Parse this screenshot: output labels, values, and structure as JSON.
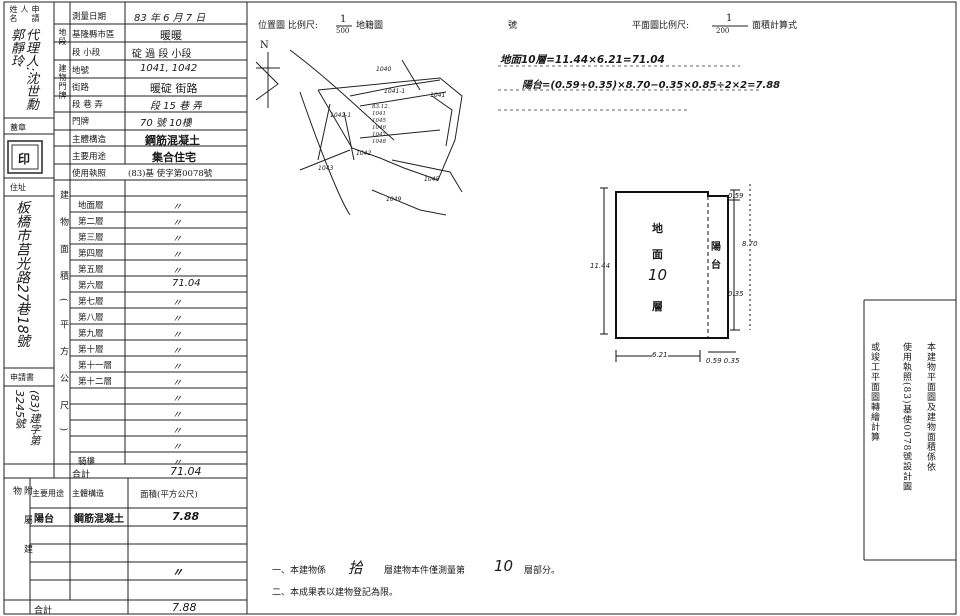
{
  "form": {
    "applicant_label": "申請人 姓名",
    "applicant_name": "代理人:沈世勳 郭靜玲",
    "seal_label": "蓋章",
    "seal_text": "印",
    "address_label": "住址",
    "address_value": "板橋市莒光路27巷18號",
    "application_label": "申請書",
    "application_value": "(83)建字第3245號",
    "survey_date_label": "測量日期",
    "survey_date_value": "83 年 6 月 7 日",
    "city_label": "基隆縣市區",
    "city_value": "暖暖",
    "section_label": "段 小段",
    "section_value": "碇 過 段 小段",
    "land_no_label": "地號",
    "land_no_value": "1041, 1042",
    "street_label": "街路",
    "street_value": "暖碇 街路",
    "lane_label": "段 巷 弄",
    "lane_value": "段 15 巷 弄",
    "number_label": "門牌",
    "number_value": "70 號 10樓",
    "building_label": "建物門牌",
    "structure_label": "主體構造",
    "structure_value": "鋼筋混凝土",
    "usage_label": "主要用途",
    "usage_value": "集合住宅",
    "permit_label": "使用執照",
    "permit_value": "(83)基 使字第0078號",
    "floors": [
      {
        "name": "地面層",
        "value": "〃"
      },
      {
        "name": "第二層",
        "value": "〃"
      },
      {
        "name": "第三層",
        "value": "〃"
      },
      {
        "name": "第四層",
        "value": "〃"
      },
      {
        "name": "第五層",
        "value": "〃"
      },
      {
        "name": "第六層",
        "value": "71.04"
      },
      {
        "name": "第七層",
        "value": "〃"
      },
      {
        "name": "第八層",
        "value": "〃"
      },
      {
        "name": "第九層",
        "value": "〃"
      },
      {
        "name": "第十層",
        "value": "〃"
      },
      {
        "name": "第十一層",
        "value": "〃"
      },
      {
        "name": "第十二層",
        "value": "〃"
      },
      {
        "name": "",
        "value": "〃"
      },
      {
        "name": "",
        "value": "〃"
      },
      {
        "name": "",
        "value": "〃"
      },
      {
        "name": "",
        "value": "〃"
      },
      {
        "name": "騎樓",
        "value": "〃"
      }
    ],
    "building_area_label": "建物面積(平方公尺)",
    "total_label": "合計",
    "total_value": "71.04",
    "annex_label": "附屬建物",
    "annex_usage_label": "主要用途",
    "annex_structure_label": "主體構造",
    "annex_area_label": "面積(平方公尺)",
    "annex_rows": [
      {
        "usage": "陽台",
        "structure": "鋼筋混凝土",
        "area": "7.88"
      },
      {
        "usage": "",
        "structure": "",
        "area": ""
      },
      {
        "usage": "",
        "structure": "",
        "area": ""
      },
      {
        "usage": "",
        "structure": "",
        "area": "〃"
      },
      {
        "usage": "",
        "structure": "",
        "area": ""
      }
    ],
    "annex_total_label": "合計",
    "annex_total_value": "7.88"
  },
  "header": {
    "location_label": "位置圖 比例尺:",
    "location_scale_num": "1",
    "location_scale_den": "500",
    "location_suffix": "地籍圖",
    "number_label": "號",
    "plan_label": "平面圖比例尺:",
    "plan_scale_num": "1",
    "plan_scale_den": "200",
    "plan_suffix": "面積計算式"
  },
  "calc": {
    "line1": "地面10層=11.44×6.21=71.04",
    "line2": "陽台=(0.59+0.35)×8.70−0.35×0.85÷2×2=7.88"
  },
  "map": {
    "north": "N",
    "parcels": [
      "1040",
      "1041-1",
      "1042-1",
      "1043",
      "1042",
      "1041",
      "1045",
      "1049"
    ],
    "legend_lines": [
      "83.12.",
      "1041",
      "1045",
      "1046",
      "1047",
      "1048"
    ]
  },
  "plan": {
    "room_chars": [
      "地",
      "面",
      "10",
      "層"
    ],
    "balcony_chars": [
      "陽",
      "台"
    ],
    "dim_height": "11.44",
    "dim_width": "6.21",
    "dim_right": "8.70",
    "dim_top": "0.59",
    "dim_bottom": "0.35",
    "dim_bottom_note": "0.59 0.35"
  },
  "side_notes": [
    "本建物平面圖及建物面積係依",
    "使用執照(83)基使0078號設計圖",
    "或竣工平面圖轉繪計算"
  ],
  "footer": {
    "note1_prefix": "一、本建物係",
    "note1_total": "拾",
    "note1_mid": "層建物本件僅測量第",
    "note1_floor": "10",
    "note1_suffix": "層部分。",
    "note2": "二、本成果表以建物登記為限。"
  }
}
